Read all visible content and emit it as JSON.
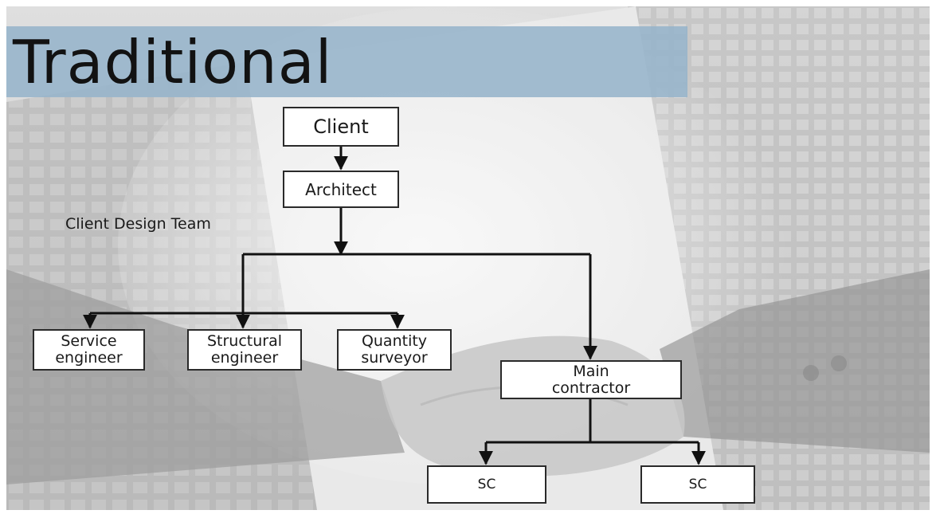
{
  "slide": {
    "title": "Traditional",
    "team_label": "Client Design Team"
  },
  "nodes": {
    "client": "Client",
    "architect": "Architect",
    "service_engineer": "Service\nengineer",
    "structural_engineer": "Structural\nengineer",
    "quantity_surveyor": "Quantity\nsurveyor",
    "main_contractor": "Main\ncontractor",
    "sc_left": "SC",
    "sc_right": "SC"
  },
  "colors": {
    "title_band": "#96b4cb",
    "node_fill": "#ffffff",
    "node_border": "#2a2a2a",
    "connector": "#111111"
  },
  "edges": [
    [
      "client",
      "architect"
    ],
    [
      "architect",
      "service_engineer"
    ],
    [
      "architect",
      "structural_engineer"
    ],
    [
      "architect",
      "quantity_surveyor"
    ],
    [
      "architect",
      "main_contractor"
    ],
    [
      "main_contractor",
      "sc_left"
    ],
    [
      "main_contractor",
      "sc_right"
    ]
  ]
}
